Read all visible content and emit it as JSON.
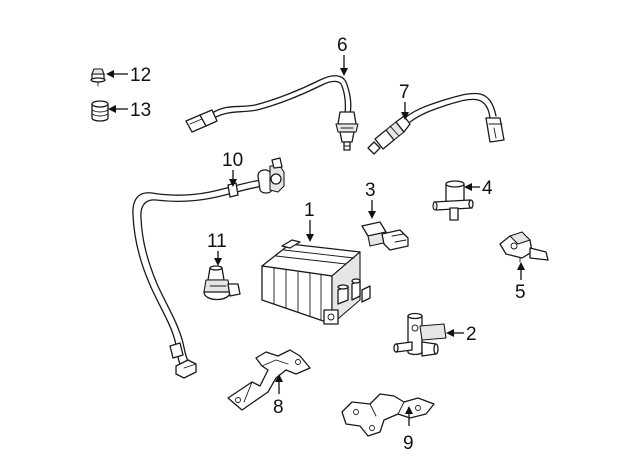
{
  "diagram": {
    "callouts": [
      "1",
      "2",
      "3",
      "4",
      "5",
      "6",
      "7",
      "8",
      "9",
      "10",
      "11",
      "12",
      "13"
    ],
    "parts": [
      {
        "callout": "1",
        "icon": "vapor-canister-icon"
      },
      {
        "callout": "2",
        "icon": "purge-valve-icon"
      },
      {
        "callout": "3",
        "icon": "pressure-sensor-icon"
      },
      {
        "callout": "4",
        "icon": "tee-fitting-icon"
      },
      {
        "callout": "5",
        "icon": "bracket-sensor-icon"
      },
      {
        "callout": "6",
        "icon": "oxygen-sensor-icon"
      },
      {
        "callout": "7",
        "icon": "oxygen-sensor-icon"
      },
      {
        "callout": "8",
        "icon": "mounting-bracket-icon"
      },
      {
        "callout": "9",
        "icon": "mounting-bracket-icon"
      },
      {
        "callout": "10",
        "icon": "vacuum-hose-icon"
      },
      {
        "callout": "11",
        "icon": "check-valve-icon"
      },
      {
        "callout": "12",
        "icon": "bolt-icon"
      },
      {
        "callout": "13",
        "icon": "grommet-icon"
      }
    ]
  }
}
